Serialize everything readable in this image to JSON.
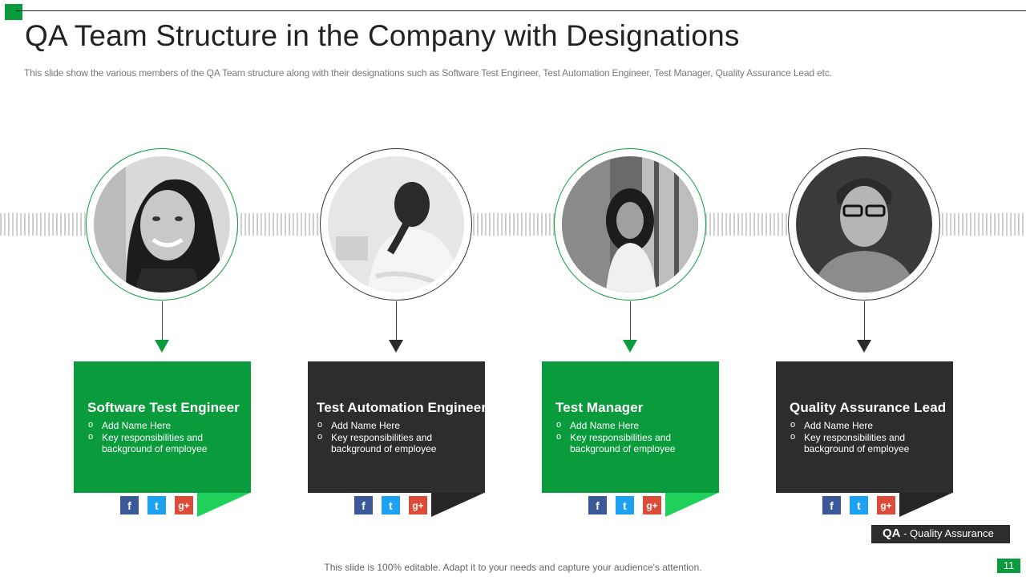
{
  "slide": {
    "title": "QA Team Structure in the Company with Designations",
    "subtitle": "This slide show the various members of the QA  Team structure along with their designations such as Software Test Engineer, Test Automation Engineer, Test Manager, Quality Assurance Lead etc.",
    "footer": "This slide is 100% editable. Adapt it to your needs and capture your audience's attention.",
    "page_number": "11",
    "legend": {
      "abbr": "QA",
      "text": " - Quality Assurance"
    }
  },
  "colors": {
    "accent": "#0a9b3c",
    "dark": "#2d2d2d",
    "facebook": "#3b5998",
    "twitter": "#1da1f2",
    "google": "#dd4b39"
  },
  "members": [
    {
      "designation": "Software Test Engineer",
      "bullets": [
        "Add Name Here",
        "Key responsibilities and background of employee"
      ],
      "theme": "green",
      "social": [
        "facebook-icon",
        "twitter-icon",
        "google-plus-icon"
      ]
    },
    {
      "designation": "Test Automation Engineer",
      "bullets": [
        "Add Name Here",
        "Key responsibilities and background of employee"
      ],
      "theme": "dark",
      "social": [
        "facebook-icon",
        "twitter-icon",
        "google-plus-icon"
      ]
    },
    {
      "designation": "Test Manager",
      "bullets": [
        "Add Name Here",
        "Key responsibilities and background of employee"
      ],
      "theme": "green",
      "social": [
        "facebook-icon",
        "twitter-icon",
        "google-plus-icon"
      ]
    },
    {
      "designation": "Quality Assurance Lead",
      "bullets": [
        "Add Name Here",
        "Key responsibilities and background of employee"
      ],
      "theme": "dark",
      "social": [
        "facebook-icon",
        "twitter-icon",
        "google-plus-icon"
      ]
    }
  ],
  "social_glyphs": {
    "facebook": "f",
    "twitter": "t",
    "google": "g+"
  }
}
